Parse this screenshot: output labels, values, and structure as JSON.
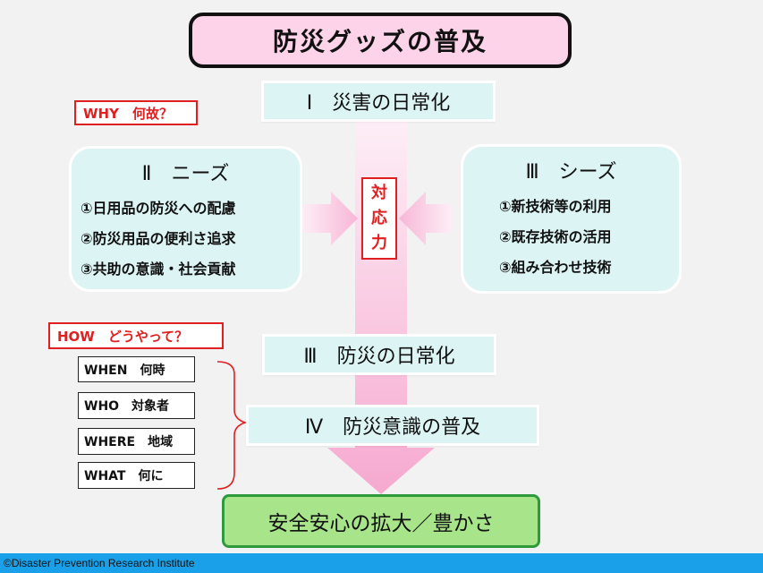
{
  "title": "防災グッズの普及",
  "why_label": "WHY　何故？",
  "how_label": "HOW　どうやって？",
  "step1": "Ⅰ　災害の日常化",
  "needs": {
    "heading": "Ⅱ　ニーズ",
    "items": [
      "①日用品の防災への配慮",
      "②防災用品の便利さ追求",
      "③共助の意識・社会貢献"
    ]
  },
  "seeds": {
    "heading": "Ⅲ　シーズ",
    "items": [
      "①新技術等の利用",
      "②既存技術の活用",
      "③組み合わせ技術"
    ]
  },
  "capability": {
    "chars": [
      "対",
      "応",
      "力"
    ]
  },
  "step3": "Ⅲ　防災の日常化",
  "step4": "Ⅳ　防災意識の普及",
  "how_items": [
    "WHEN　何時",
    "WHO　対象者",
    "WHERE　地域",
    "WHAT　何に"
  ],
  "goal": "安全安心の拡大／豊かさ",
  "footer": "©Disaster Prevention Research Institute",
  "colors": {
    "title_fill": "#fcd3e8",
    "box_fill": "#ddf4f4",
    "accent_red": "#e02020",
    "goal_fill": "#a8e48a",
    "goal_border": "#2f9a3c",
    "footer_bar": "#1aa0e8",
    "arrow_pink": "#f7b6d6"
  }
}
